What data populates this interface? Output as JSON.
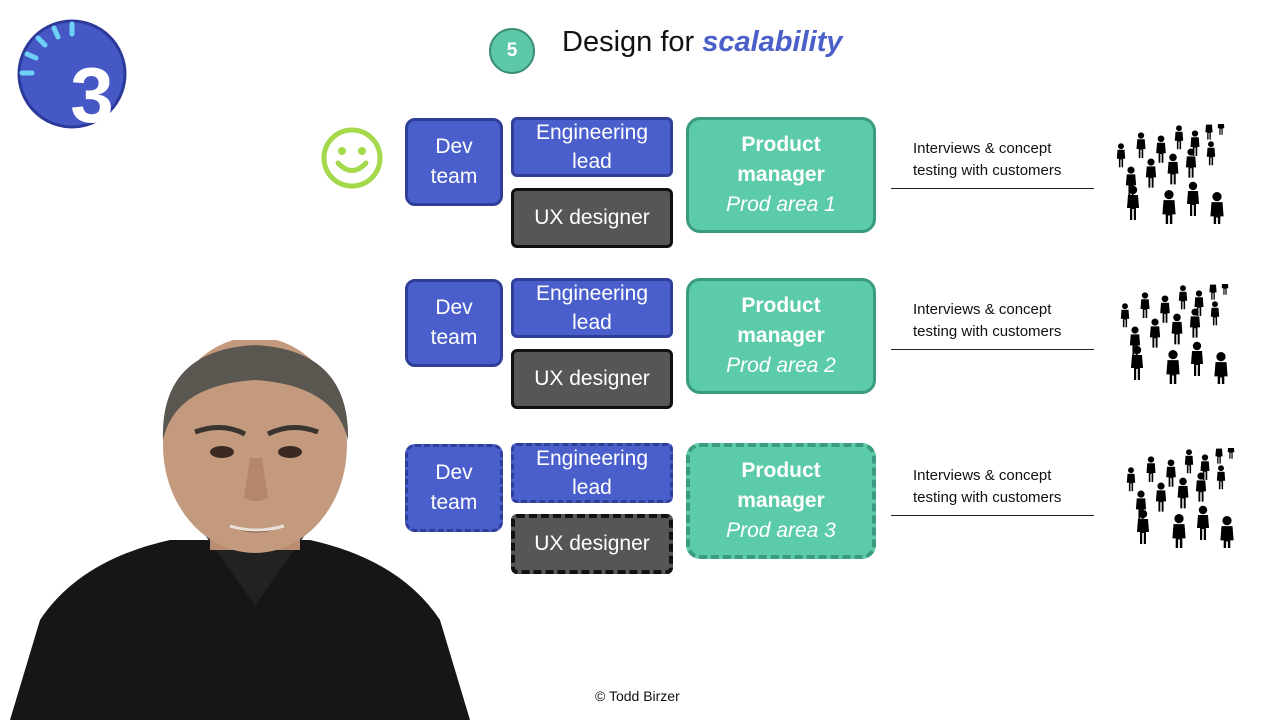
{
  "logo": {
    "numeral": "3"
  },
  "slide": {
    "step_number": "5",
    "title_plain": "Design for ",
    "title_emphasis": "scalability"
  },
  "rows": [
    {
      "dev_line1": "Dev",
      "dev_line2": "team",
      "eng_line1": "Engineering",
      "eng_line2": "lead",
      "ux": "UX designer",
      "pm_line1": "Product",
      "pm_line2": "manager",
      "pm_area": "Prod area 1",
      "caption_line1": "Interviews & concept",
      "caption_line2": "testing with customers"
    },
    {
      "dev_line1": "Dev",
      "dev_line2": "team",
      "eng_line1": "Engineering",
      "eng_line2": "lead",
      "ux": "UX designer",
      "pm_line1": "Product",
      "pm_line2": "manager",
      "pm_area": "Prod area 2",
      "caption_line1": "Interviews & concept",
      "caption_line2": "testing with customers"
    },
    {
      "dev_line1": "Dev",
      "dev_line2": "team",
      "eng_line1": "Engineering",
      "eng_line2": "lead",
      "ux": "UX designer",
      "pm_line1": "Product",
      "pm_line2": "manager",
      "pm_area": "Prod area 3",
      "caption_line1": "Interviews & concept",
      "caption_line2": "testing with customers"
    }
  ],
  "icons": {
    "smiley": "smiley-icon",
    "crowd": "crowd-icon",
    "logo": "numbered-timer-icon"
  },
  "colors": {
    "dev_blue": "#4a5fcc",
    "ux_gray": "#565656",
    "pm_green": "#5ccba9",
    "smiley_green": "#a3d94a",
    "title_accent": "#4b5fc8"
  },
  "footer": {
    "copyright": "© Todd Birzer"
  }
}
